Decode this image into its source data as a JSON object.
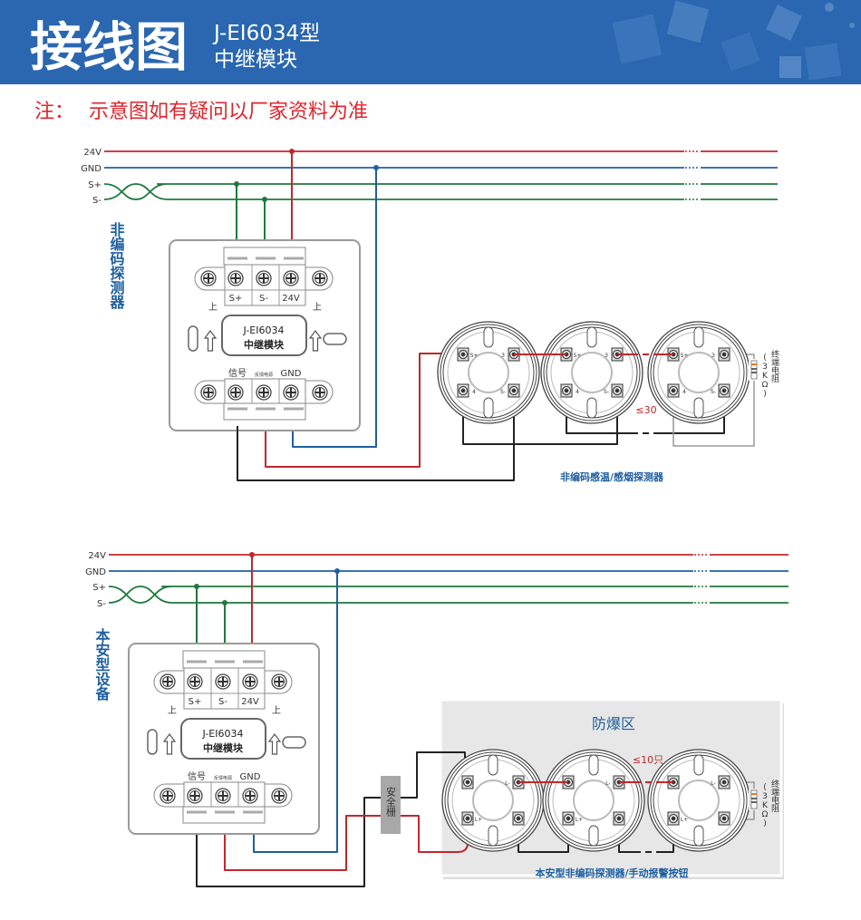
{
  "header": {
    "title": "接线图",
    "model": "J-EI6034型",
    "subtitle": "中继模块"
  },
  "note": {
    "prefix": "注：",
    "text": "示意图如有疑问以厂家资料为准"
  },
  "colors": {
    "header_bg": "#2a67b0",
    "note": "#e0242b",
    "v24": "#c0272d",
    "gnd": "#1f5fa0",
    "signal": "#1e7a3c",
    "loop": "#222222",
    "label_blue": "#1f5fa0",
    "zone_bg": "#e7e7e7",
    "barrier": "#a8a8a8"
  },
  "module": {
    "model": "J-EI6034",
    "name": "中继模块",
    "top_terminals": [
      "S+",
      "S-",
      "24V"
    ],
    "up_mark": "上",
    "bottom_terminals": [
      "信号",
      "反馈电源",
      "GND"
    ]
  },
  "section1": {
    "buses": [
      "24V",
      "GND",
      "S+",
      "S-"
    ],
    "device_label": "非编码探测器",
    "detector_terminals": {
      "top_left": "S+",
      "top_right": "3",
      "bottom_left": "4",
      "bottom_right": "S-"
    },
    "max_count": "≤30",
    "resistor": "(3KΩ)",
    "resistor_label": "终端电阻",
    "caption": "非编码感温/感烟探测器"
  },
  "section2": {
    "buses": [
      "24V",
      "GND",
      "S+",
      "S-"
    ],
    "device_label": "本安型设备",
    "barrier": "安全栅",
    "zone": "防爆区",
    "detector_terminals": {
      "top_right": "L-",
      "bottom_left": "L+"
    },
    "max_count": "≤10只",
    "resistor": "(3KΩ)",
    "resistor_label": "终端电阻",
    "caption": "本安型非编码探测器/手动报警按钮"
  }
}
